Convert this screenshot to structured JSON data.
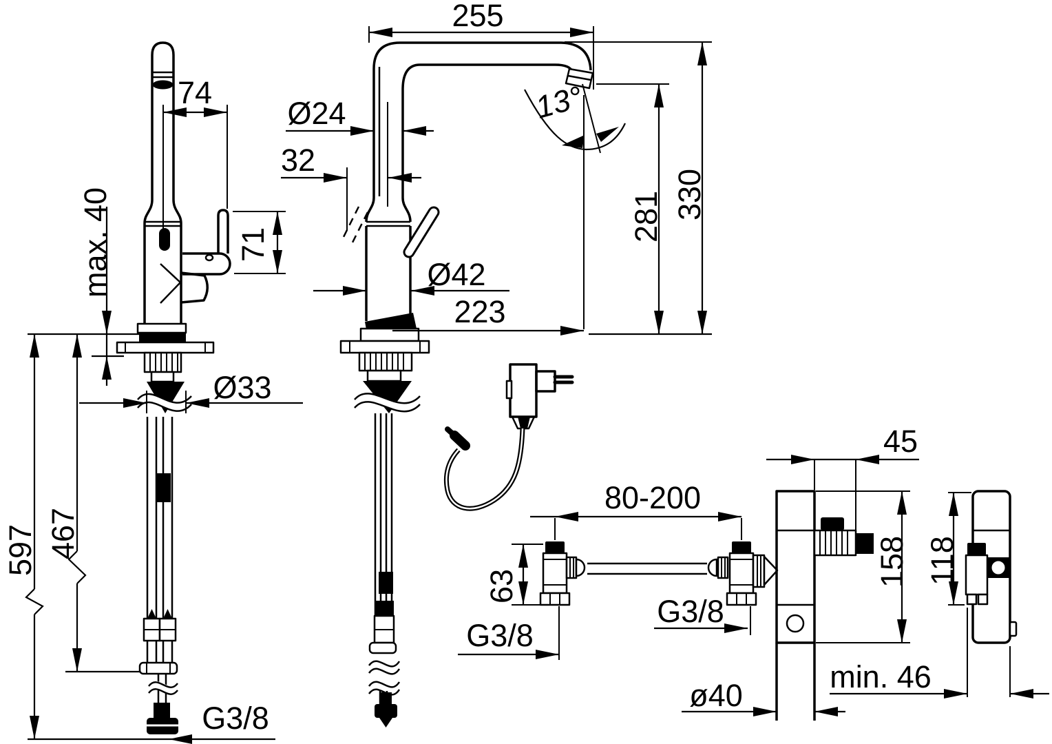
{
  "drawing": {
    "type": "technical dimension drawing",
    "subject": "kitchen faucet with sensor, power supply and under-sink valve/control unit",
    "units": "mm",
    "colors": {
      "background": "#ffffff",
      "line": "#000000"
    }
  },
  "views": {
    "faucet_side": {
      "spout_offset": "74",
      "max_deck_thickness": "max. 40",
      "handle_height": "71",
      "mounting_hole_diameter": "Ø33",
      "hose_length": "467",
      "total_length": "597",
      "connection_thread": "G3/8"
    },
    "faucet_front": {
      "spout_reach": "255",
      "spout_tube_diameter": "Ø24",
      "handle_offset": "32",
      "outlet_angle": "13°",
      "body_diameter": "Ø42",
      "spout_horizontal": "223",
      "outlet_height": "281",
      "total_height": "330"
    },
    "valve_assembly": {
      "pipe_span": "80-200",
      "valve_height": "63",
      "left_thread": "G3/8",
      "right_thread": "G3/8"
    },
    "control_unit": {
      "fitting_offset": "45",
      "front_height": "158",
      "side_height": "118",
      "min_clearance": "min. 46",
      "pipe_diameter": "ø40"
    }
  }
}
